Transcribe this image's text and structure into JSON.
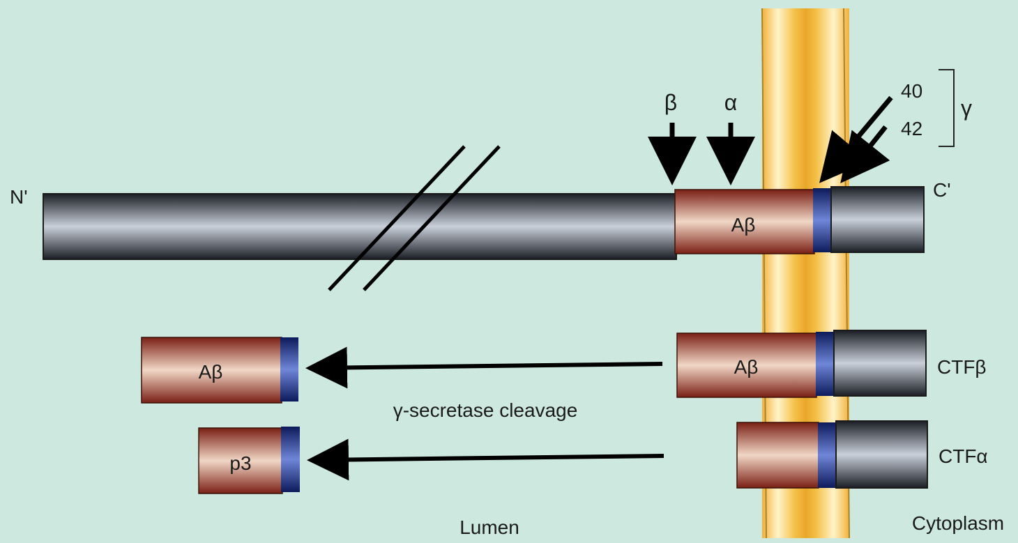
{
  "labels": {
    "n_terminus": "N'",
    "c_terminus": "C'",
    "beta_site": "β",
    "alpha_site": "α",
    "gamma_site_40": "40",
    "gamma_site_42": "42",
    "gamma": "γ",
    "abeta_full": "Aβ",
    "abeta_ctf": "Aβ",
    "abeta_product": "Aβ",
    "p3_product": "p3",
    "ctf_beta": "CTFβ",
    "ctf_alpha": "CTFα",
    "gamma_secretase": "γ-secretase cleavage",
    "lumen": "Lumen",
    "cytoplasm": "Cytoplasm"
  },
  "colors": {
    "background": "#cde8df",
    "membrane": "#f6c84a",
    "protein_dark": "#3a4150",
    "abeta_domain": "#b53a2a",
    "tm_marker": "#1f3b9a",
    "arrow": "#000000"
  }
}
